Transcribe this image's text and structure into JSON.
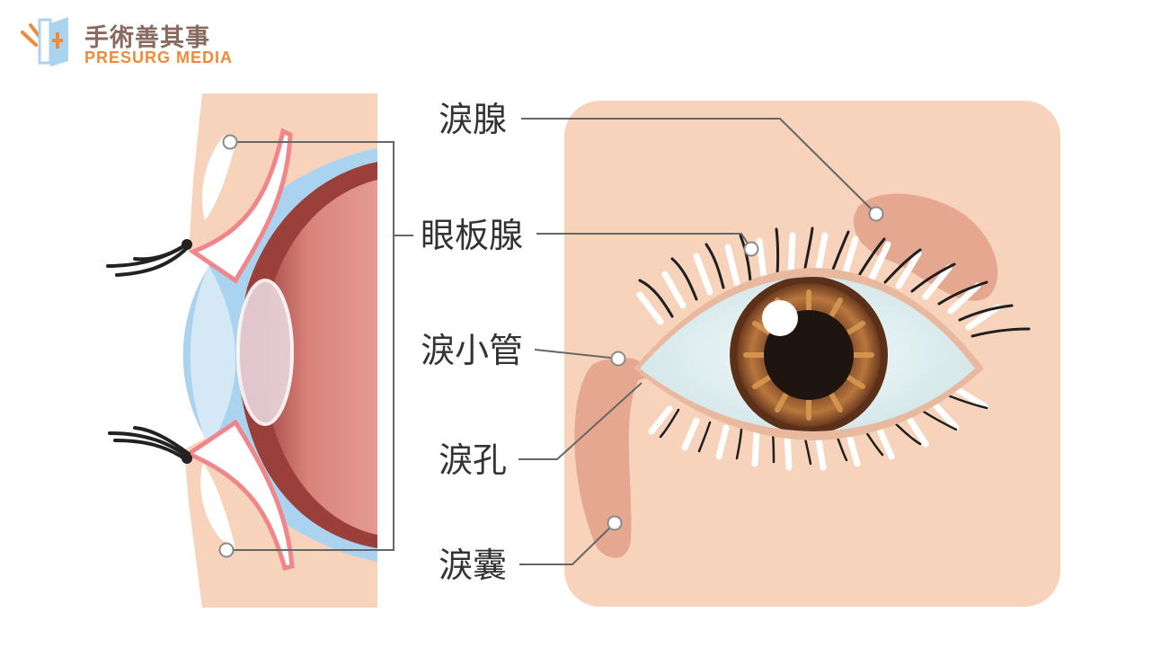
{
  "brand": {
    "name_cn": "手術善其事",
    "name_en": "PRESURG MEDIA"
  },
  "labels": {
    "lacrimal_gland": "淚腺",
    "meibomian_gland": "眼板腺",
    "lacrimal_canaliculus": "淚小管",
    "lacrimal_punctum": "淚孔",
    "lacrimal_sac": "淚囊"
  },
  "colors": {
    "skin": "#f8d3bb",
    "gland": "#e6a791",
    "eyeball": "#c96a61",
    "cornea": "#a9d3ef",
    "iris": "#8a5030",
    "leader_line": "#666666",
    "brand_brown": "#8a6a5f",
    "brand_orange": "#ef8a3a"
  }
}
